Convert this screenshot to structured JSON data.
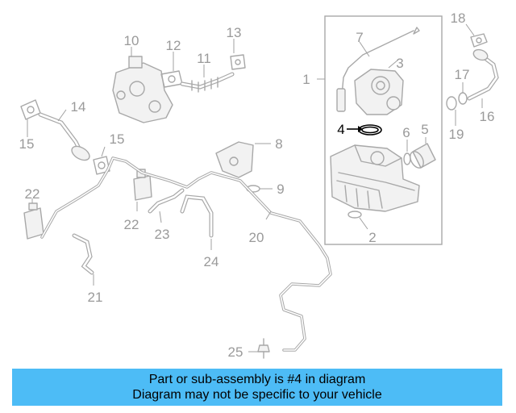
{
  "diagram": {
    "callouts": [
      "1",
      "2",
      "3",
      "4",
      "5",
      "6",
      "7",
      "8",
      "9",
      "10",
      "11",
      "12",
      "13",
      "14",
      "15",
      "15",
      "16",
      "17",
      "18",
      "19",
      "20",
      "21",
      "22",
      "22",
      "23",
      "24",
      "25"
    ],
    "highlighted_callout": "4"
  },
  "banner": {
    "line1": "Part or sub-assembly is #4 in diagram",
    "line2": "Diagram may not be specific to your vehicle"
  },
  "colors": {
    "banner_bg": "#4dbcf6",
    "line_art": "#a8a8a8",
    "highlight": "#000000"
  }
}
